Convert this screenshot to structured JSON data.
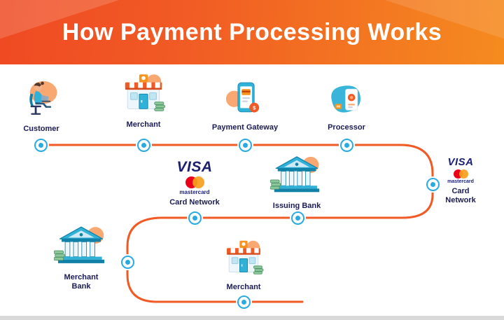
{
  "header": {
    "title": "How Payment Processing Works"
  },
  "steps": {
    "customer": {
      "label": "Customer"
    },
    "merchant_top": {
      "label": "Merchant"
    },
    "payment_gateway": {
      "label": "Payment Gateway"
    },
    "processor": {
      "label": "Processor"
    },
    "card_network_mid": {
      "label": "Card Network"
    },
    "issuing_bank": {
      "label": "Issuing Bank"
    },
    "card_network_right": {
      "label": "Card Network"
    },
    "merchant_bank": {
      "label": "Merchant Bank"
    },
    "merchant_bottom": {
      "label": "Merchant"
    }
  },
  "logos": {
    "visa": "VISA",
    "mastercard": "mastercard"
  },
  "colors": {
    "banner_gradient_start": "#ef4a23",
    "banner_gradient_end": "#f58b1f",
    "flow_line": "#f15a24",
    "node_blue": "#29abe2",
    "label_navy": "#1b1b56",
    "visa_navy": "#1a1f71",
    "mastercard_red": "#eb001b",
    "mastercard_orange": "#f79e1b",
    "illustration_teal": "#2fb1d8",
    "illustration_peach": "#f9a871"
  }
}
